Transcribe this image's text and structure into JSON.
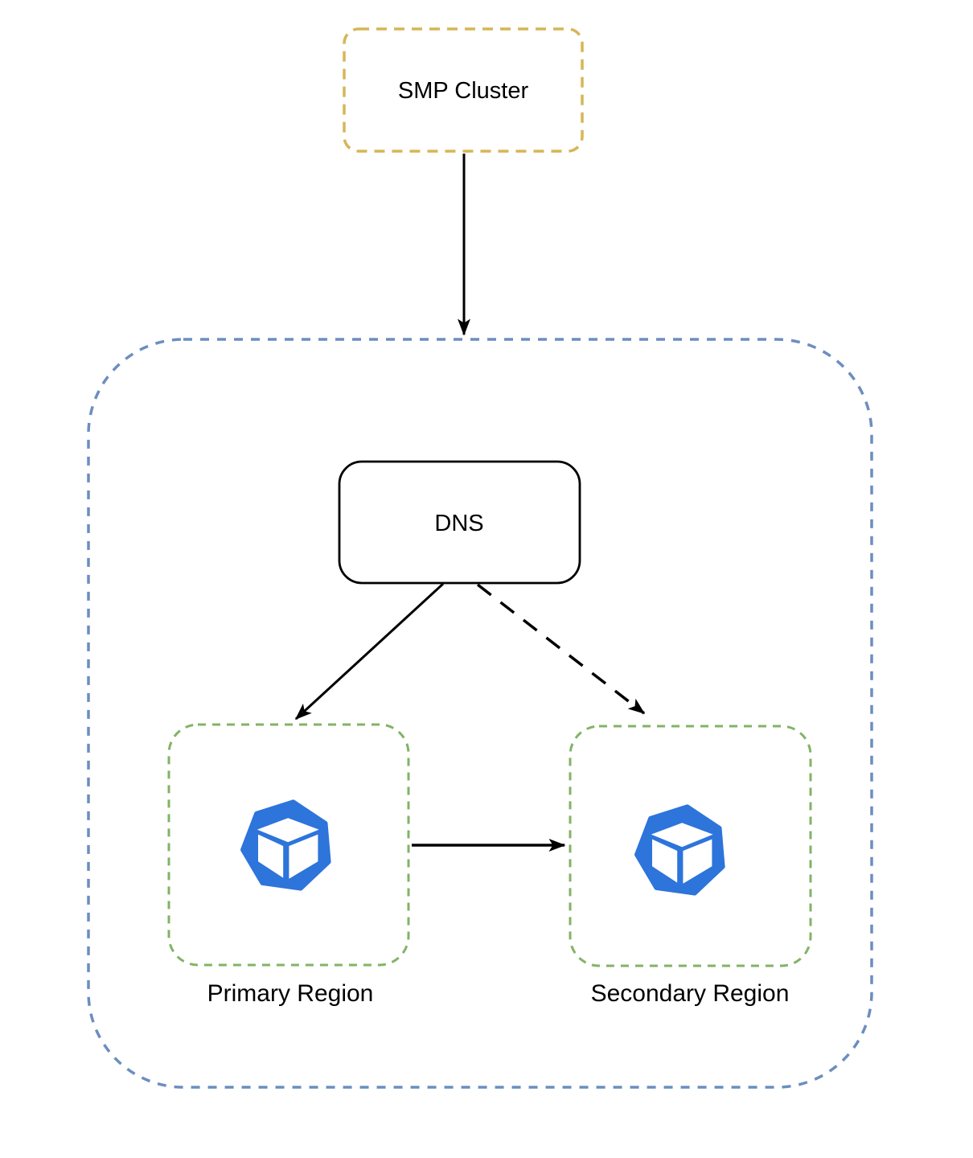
{
  "diagram": {
    "title": "SMP Cluster multi-region DNS failover diagram",
    "background": "#ffffff",
    "nodes": {
      "smp_cluster": {
        "label": "SMP Cluster",
        "border_color": "#D6B656",
        "border_style": "dashed",
        "fill": "#ffffff"
      },
      "region_container": {
        "label": "",
        "border_color": "#6C8EBF",
        "border_style": "dashed",
        "fill": "none"
      },
      "dns": {
        "label": "DNS",
        "border_color": "#000000",
        "border_style": "solid",
        "fill": "#ffffff"
      },
      "primary_region": {
        "label": "Primary Region",
        "border_color": "#82B366",
        "border_style": "dashed",
        "fill": "#ffffff",
        "icon": "cluster-icon"
      },
      "secondary_region": {
        "label": "Secondary Region",
        "border_color": "#82B366",
        "border_style": "dashed",
        "fill": "#ffffff",
        "icon": "cluster-icon"
      }
    },
    "edges": [
      {
        "name": "smp-to-region-container",
        "from": "smp_cluster",
        "to": "region_container",
        "style": "solid",
        "arrowhead": "end",
        "color": "#000000"
      },
      {
        "name": "dns-to-primary",
        "from": "dns",
        "to": "primary_region",
        "style": "solid",
        "arrowhead": "end",
        "color": "#000000"
      },
      {
        "name": "dns-to-secondary",
        "from": "dns",
        "to": "secondary_region",
        "style": "dashed",
        "arrowhead": "end",
        "color": "#000000"
      },
      {
        "name": "primary-to-secondary",
        "from": "primary_region",
        "to": "secondary_region",
        "style": "solid",
        "arrowhead": "end",
        "color": "#000000"
      }
    ],
    "colors": {
      "gold_dashed": "#D6B656",
      "blue_dashed": "#6C8EBF",
      "green_dashed": "#82B366",
      "edge_black": "#000000",
      "icon_blue": "#2D74DB",
      "icon_cube_white": "#ffffff"
    }
  }
}
